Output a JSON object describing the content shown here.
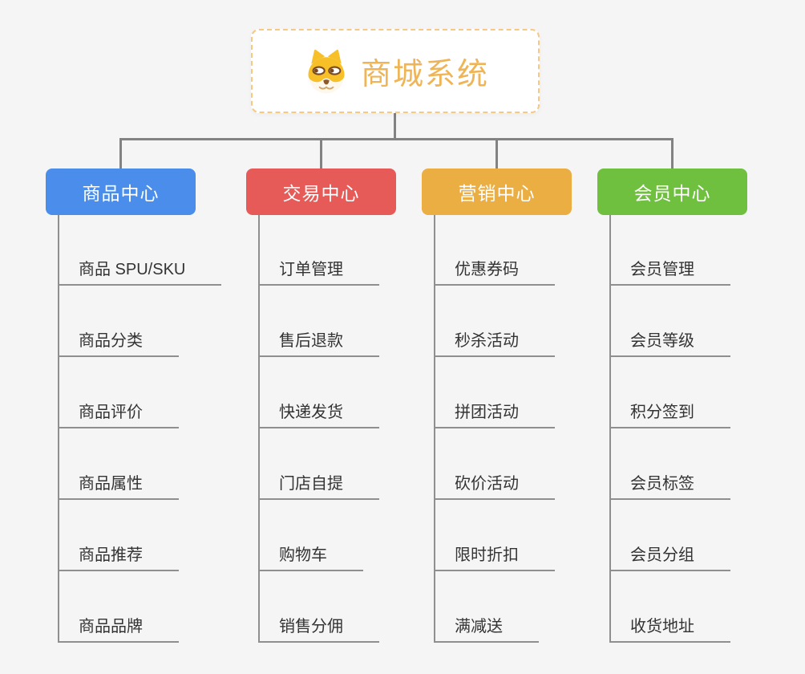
{
  "root": {
    "title": "商城系统",
    "title_color": "#efb456",
    "border_color": "#f6c983",
    "icon": "dog-icon"
  },
  "branches": [
    {
      "label": "商品中心",
      "color": "#4a8deb",
      "items": [
        "商品 SPU/SKU",
        "商品分类",
        "商品评价",
        "商品属性",
        "商品推荐",
        "商品品牌"
      ]
    },
    {
      "label": "交易中心",
      "color": "#e65a57",
      "items": [
        "订单管理",
        "售后退款",
        "快递发货",
        "门店自提",
        "购物车",
        "销售分佣"
      ]
    },
    {
      "label": "营销中心",
      "color": "#ebae43",
      "items": [
        "优惠券码",
        "秒杀活动",
        "拼团活动",
        "砍价活动",
        "限时折扣",
        "满减送"
      ]
    },
    {
      "label": "会员中心",
      "color": "#70c040",
      "items": [
        "会员管理",
        "会员等级",
        "积分签到",
        "会员标签",
        "会员分组",
        "收货地址"
      ]
    }
  ],
  "colors": {
    "connector": "#828282",
    "leaf_line": "#8f8f8f",
    "leaf_text": "#333333",
    "background": "#f5f5f6"
  }
}
